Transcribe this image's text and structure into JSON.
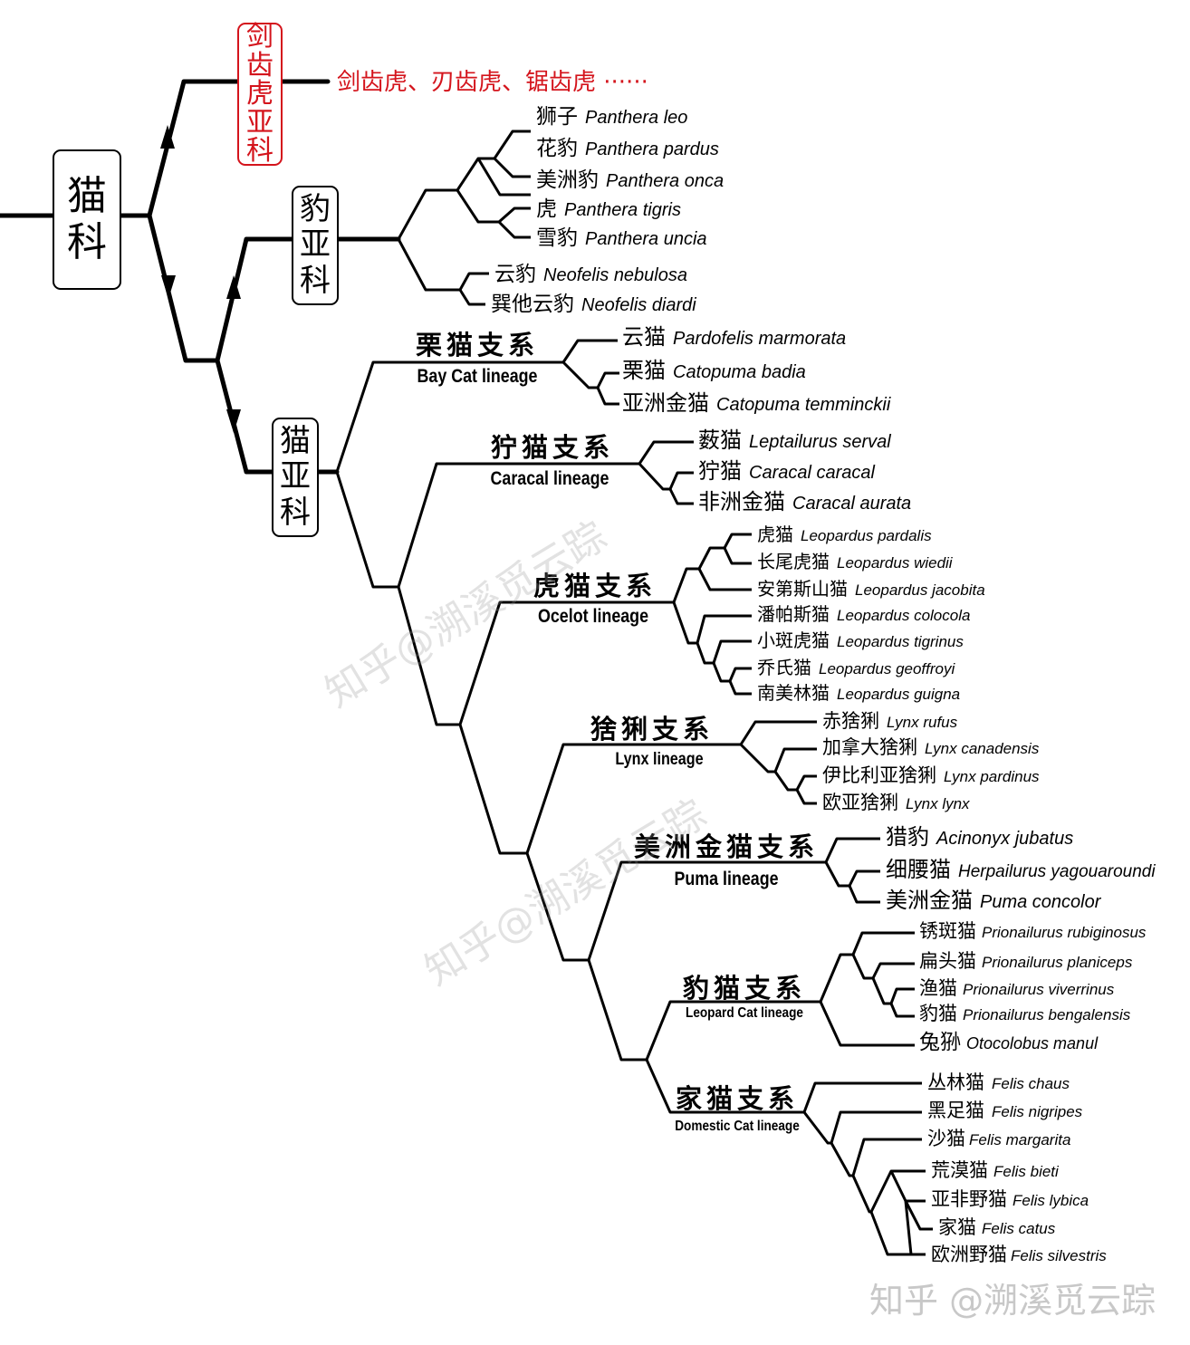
{
  "root": {
    "label_chars": [
      "猫",
      "科"
    ]
  },
  "machairodontinae": {
    "label_chars": [
      "剑",
      "齿",
      "虎",
      "亚",
      "科"
    ],
    "members": "剑齿虎、刃齿虎、锯齿虎 ······"
  },
  "pantherinae": {
    "label_chars": [
      "豹",
      "亚",
      "科"
    ],
    "species": [
      {
        "zh": "狮子",
        "sci": "Panthera leo"
      },
      {
        "zh": "花豹",
        "sci": "Panthera pardus"
      },
      {
        "zh": "美洲豹",
        "sci": "Panthera onca"
      },
      {
        "zh": "虎",
        "sci": "Panthera tigris"
      },
      {
        "zh": "雪豹",
        "sci": "Panthera uncia"
      },
      {
        "zh": "云豹",
        "sci": "Neofelis nebulosa"
      },
      {
        "zh": "巽他云豹",
        "sci": "Neofelis diardi"
      }
    ]
  },
  "felinae": {
    "label_chars": [
      "猫",
      "亚",
      "科"
    ],
    "lineages": [
      {
        "zh": "栗猫支系",
        "en": "Bay Cat lineage",
        "species": [
          {
            "zh": "云猫",
            "sci": "Pardofelis marmorata"
          },
          {
            "zh": "栗猫",
            "sci": "Catopuma badia"
          },
          {
            "zh": "亚洲金猫",
            "sci": "Catopuma temminckii"
          }
        ]
      },
      {
        "zh": "狞猫支系",
        "en": "Caracal lineage",
        "species": [
          {
            "zh": "薮猫",
            "sci": "Leptailurus serval"
          },
          {
            "zh": "狞猫",
            "sci": "Caracal caracal"
          },
          {
            "zh": "非洲金猫",
            "sci": "Caracal aurata"
          }
        ]
      },
      {
        "zh": "虎猫支系",
        "en": "Ocelot lineage",
        "species": [
          {
            "zh": "虎猫",
            "sci": "Leopardus pardalis"
          },
          {
            "zh": "长尾虎猫",
            "sci": "Leopardus wiedii"
          },
          {
            "zh": "安第斯山猫",
            "sci": "Leopardus jacobita"
          },
          {
            "zh": "潘帕斯猫",
            "sci": "Leopardus colocola"
          },
          {
            "zh": "小斑虎猫",
            "sci": "Leopardus tigrinus"
          },
          {
            "zh": "乔氏猫",
            "sci": "Leopardus geoffroyi"
          },
          {
            "zh": "南美林猫",
            "sci": "Leopardus guigna"
          }
        ]
      },
      {
        "zh": "猞猁支系",
        "en": "Lynx lineage",
        "species": [
          {
            "zh": "赤猞猁",
            "sci": "Lynx rufus"
          },
          {
            "zh": "加拿大猞猁",
            "sci": "Lynx canadensis"
          },
          {
            "zh": "伊比利亚猞猁",
            "sci": "Lynx pardinus"
          },
          {
            "zh": "欧亚猞猁",
            "sci": "Lynx lynx"
          }
        ]
      },
      {
        "zh": "美洲金猫支系",
        "en": "Puma lineage",
        "species": [
          {
            "zh": "猎豹",
            "sci": "Acinonyx jubatus"
          },
          {
            "zh": "细腰猫",
            "sci": "Herpailurus yagouaroundi"
          },
          {
            "zh": "美洲金猫",
            "sci": "Puma concolor"
          }
        ]
      },
      {
        "zh": "豹猫支系",
        "en": "Leopard Cat lineage",
        "species": [
          {
            "zh": "锈斑猫",
            "sci": "Prionailurus rubiginosus"
          },
          {
            "zh": "扁头猫",
            "sci": "Prionailurus planiceps"
          },
          {
            "zh": "渔猫",
            "sci": "Prionailurus viverrinus"
          },
          {
            "zh": "豹猫",
            "sci": "Prionailurus bengalensis"
          },
          {
            "zh": "兔狲",
            "sci": "Otocolobus manul"
          }
        ]
      },
      {
        "zh": "家猫支系",
        "en": "Domestic Cat lineage",
        "species": [
          {
            "zh": "丛林猫",
            "sci": "Felis chaus"
          },
          {
            "zh": "黑足猫",
            "sci": "Felis nigripes"
          },
          {
            "zh": "沙猫",
            "sci": "Felis margarita"
          },
          {
            "zh": "荒漠猫",
            "sci": "Felis bieti"
          },
          {
            "zh": "亚非野猫",
            "sci": "Felis lybica"
          },
          {
            "zh": "家猫",
            "sci": "Felis catus"
          },
          {
            "zh": "欧洲野猫",
            "sci": "Felis silvestris"
          }
        ]
      }
    ]
  },
  "watermarks": {
    "diagonal": "知乎@溯溪觅云踪",
    "corner": "知乎 @溯溪觅云踪"
  },
  "colors": {
    "line": "#000000",
    "extinct": "#d4141c",
    "watermark": "#c8c8c8"
  }
}
